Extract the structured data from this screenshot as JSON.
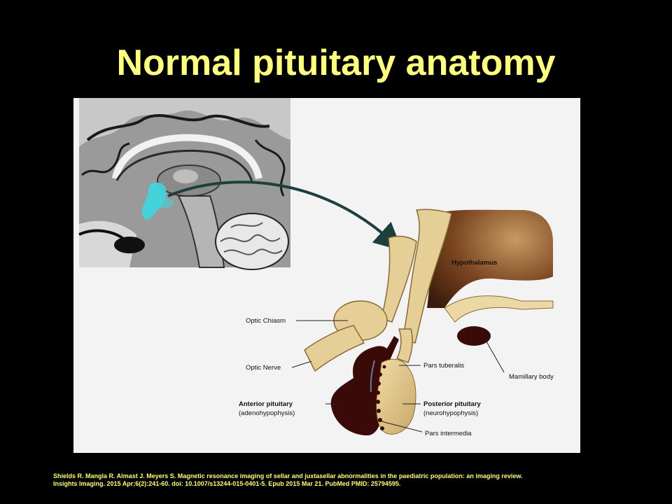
{
  "slide": {
    "title": "Normal pituitary anatomy"
  },
  "labels": {
    "hypothalamus": "Hypothalamus",
    "optic_chiasm": "Optic Chiasm",
    "optic_nerve": "Optic Nerve",
    "pars_tuberalis": "Pars tuberalis",
    "mamillary_body": "Mamillary body",
    "anterior_pituitary": "Anterior pituitary",
    "anterior_pituitary_sub": "(adenohypophysis)",
    "posterior_pituitary": "Posterior pituitary",
    "posterior_pituitary_sub": "(neurohypophysis)",
    "pars_intermedia": "Pars intermedia"
  },
  "citation": {
    "line1": "Shields R. Mangla R. Almast J. Meyers S. Magnetic resonance imaging of sellar and juxtasellar abnormalities in the paediatric population: an imaging review.",
    "line2": "Insights Imaging. 2015 Apr;6(2):241-60. doi: 10.1007/s13244-015-0401-5. Epub 2015 Mar 21. PubMed PMID: 25794595."
  },
  "colors": {
    "title": "#ffff80",
    "highlight_cyan": "#3fd6de",
    "arrow": "#1f3f3f",
    "hypothalamus_brown": "#5a3018",
    "anterior_dark": "#3a0a08",
    "neural_tan": "#e6cf96"
  }
}
